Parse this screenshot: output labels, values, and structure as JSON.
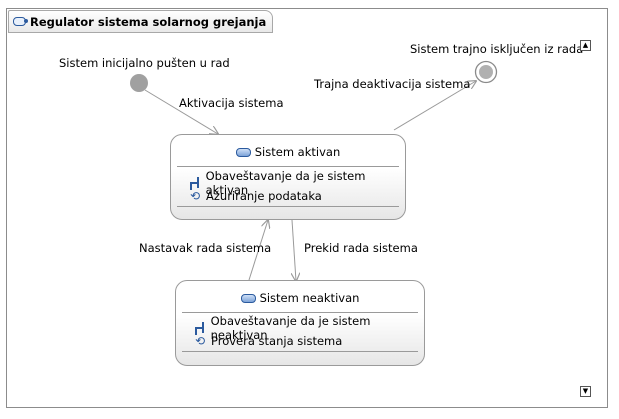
{
  "diagram": {
    "title": "Regulator sistema solarnog grejanja",
    "initial_label": "Sistem inicijalno pušten u rad",
    "final_label": "Sistem trajno isključen iz rada",
    "transitions": {
      "activation": "Aktivacija sistema",
      "deactivation": "Trajna deaktivacija sistema",
      "resume": "Nastavak rada sistema",
      "interrupt": "Prekid rada sistema"
    },
    "states": {
      "active": {
        "name": "Sistem aktivan",
        "entry": "Obaveštavanje da je sistem aktivan",
        "do": "Ažuriranje podataka"
      },
      "inactive": {
        "name": "Sistem neaktivan",
        "entry": "Obaveštavanje da je sistem neaktivan",
        "do": "Provera stanja sistema"
      }
    }
  },
  "icons": {
    "title": "state-machine-icon",
    "state": "state-icon",
    "entry": "entry-action-icon",
    "do": "do-activity-icon",
    "scroll_up": "scroll-up-icon",
    "scroll_down": "scroll-down-icon"
  },
  "colors": {
    "accent": "#2b5a9e",
    "border": "#9a9a9a",
    "initial_node": "#9a9a9a"
  }
}
